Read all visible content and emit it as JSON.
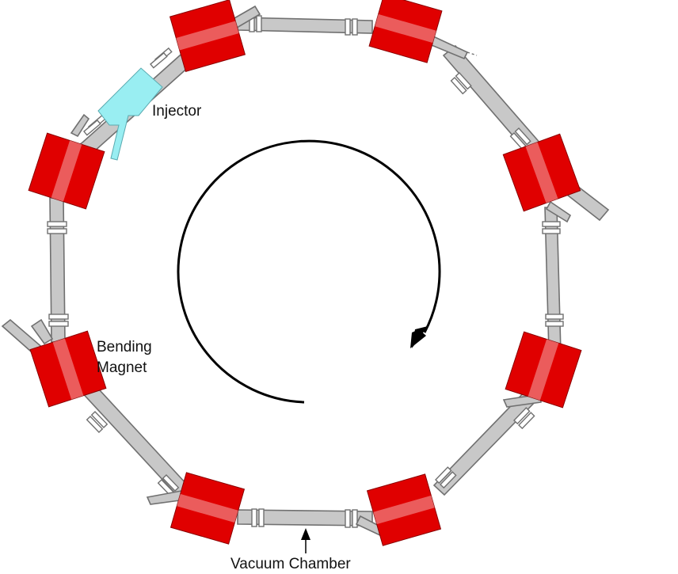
{
  "labels": {
    "injector": "Injector",
    "bending_magnet_line1": "Bending",
    "bending_magnet_line2": "Magnet",
    "vacuum_chamber": "Vacuum Chamber"
  },
  "colors": {
    "magnet": "#e00000",
    "injector": "#99eef2",
    "chamber": "#c8c8c8",
    "chamber_outline": "#707070",
    "arrow": "#000000"
  },
  "components": {
    "bending_magnet_count": 8,
    "injector_count": 1,
    "circulation": "clockwise"
  }
}
